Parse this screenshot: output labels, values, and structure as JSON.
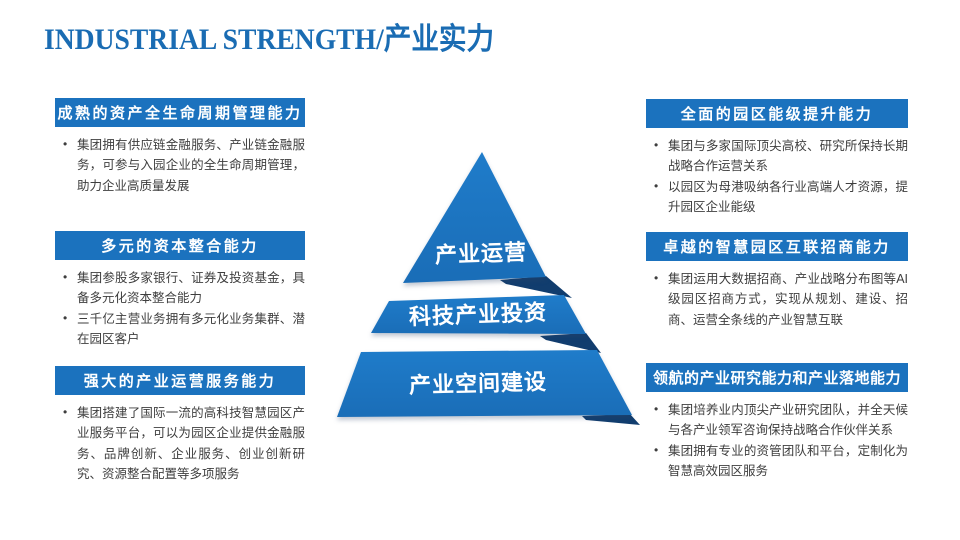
{
  "title": "INDUSTRIAL STRENGTH/产业实力",
  "colors": {
    "title_blue": "#1A6CB3",
    "header_bar_blue": "#1B72BE",
    "pyramid_blue_top": "#1F7CCA",
    "pyramid_blue_bottom": "#1A6DB7",
    "pyramid_fold_navy": "#113D6E",
    "body_text_gray": "#3E3E3E"
  },
  "pyramid": {
    "levels": [
      {
        "label": "产业运营"
      },
      {
        "label": "科技产业投资"
      },
      {
        "label": "产业空间建设"
      }
    ]
  },
  "left_boxes": [
    {
      "header": "成熟的资产全生命周期管理能力",
      "bullets": [
        "集团拥有供应链金融服务、产业链金融服务，可参与入园企业的全生命周期管理，助力企业高质量发展"
      ]
    },
    {
      "header": "多元的资本整合能力",
      "bullets": [
        "集团参股多家银行、证券及投资基金，具备多元化资本整合能力",
        "三千亿主营业务拥有多元化业务集群、潜在园区客户"
      ]
    },
    {
      "header": "强大的产业运营服务能力",
      "bullets": [
        "集团搭建了国际一流的高科技智慧园区产业服务平台，可以为园区企业提供金融服务、品牌创新、企业服务、创业创新研究、资源整合配置等多项服务"
      ]
    }
  ],
  "right_boxes": [
    {
      "header": "全面的园区能级提升能力",
      "bullets": [
        "集团与多家国际顶尖高校、研究所保持长期战略合作运营关系",
        "以园区为母港吸纳各行业高端人才资源，提升园区企业能级"
      ]
    },
    {
      "header": "卓越的智慧园区互联招商能力",
      "bullets": [
        "集团运用大数据招商、产业战略分布图等AI级园区招商方式，实现从规划、建设、招商、运营全条线的产业智慧互联"
      ]
    },
    {
      "header": "领航的产业研究能力和产业落地能力",
      "bullets": [
        "集团培养业内顶尖产业研究团队，并全天候与各产业领军咨询保持战略合作伙伴关系",
        "集团拥有专业的资管团队和平台，定制化为智慧高效园区服务"
      ]
    }
  ]
}
